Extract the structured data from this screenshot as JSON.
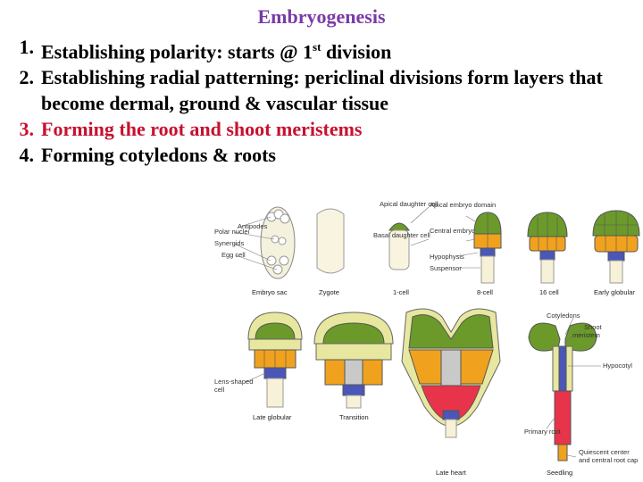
{
  "title": "Embryogenesis",
  "items": [
    {
      "num": "1.",
      "text_pre": "Establishing polarity: starts @ 1",
      "sup": "st",
      "text_post": " division"
    },
    {
      "num": "2.",
      "text": "Establishing radial patterning: periclinal divisions form layers that become dermal, ground & vascular tissue"
    },
    {
      "num": "3.",
      "text": "Forming the root and shoot meristems"
    },
    {
      "num": "4.",
      "text": "Forming cotyledons & roots"
    }
  ],
  "figure": {
    "stage_captions": [
      "Embryo sac",
      "Zygote",
      "1-cell",
      "8-cell",
      "16 cell",
      "Early globular",
      "Late globular",
      "Transition",
      "Late heart",
      "Seedling"
    ],
    "labels": [
      "Antipodes",
      "Polar nuclei",
      "Synergids",
      "Egg cell",
      "Apical daughter cell",
      "Basal daughter cell",
      "Apical embryo domain",
      "Central embryo domain",
      "Hypophysis",
      "Suspensor",
      "Lens-shaped cell",
      "Cotyledons",
      "Shoot meristem",
      "Hypocotyl",
      "Primary root",
      "Quiescent center and central root cap"
    ],
    "colors": {
      "apical": "#6b9a2b",
      "central": "#f0a21e",
      "hypophysis": "#4a56b8",
      "dermal": "#e7e7a0",
      "ground": "#f0a21e",
      "vascular": "#c9c9c9",
      "root": "#e8344a",
      "suspensor": "#f7f1d8"
    }
  }
}
